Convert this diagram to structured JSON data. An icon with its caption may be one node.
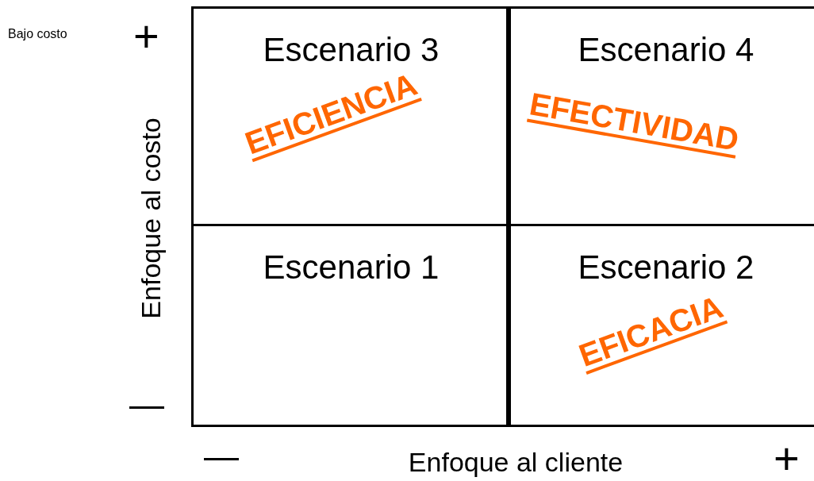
{
  "diagram": {
    "nodes": [
      {
        "text": [
          "Escenario 3",
          "EFICIENCIA"
        ]
      },
      {
        "text": [
          "Escenario 4",
          "EFECTIVIDAD"
        ]
      },
      {
        "text": [
          "Escenario 1"
        ]
      },
      {
        "text": [
          "Escenario 2",
          "EFICACIA"
        ]
      }
    ],
    "labels": [
      "Bajo costo",
      "+",
      "Enfoque al costo",
      "—",
      "—",
      "Enfoque al cliente",
      "+"
    ]
  }
}
